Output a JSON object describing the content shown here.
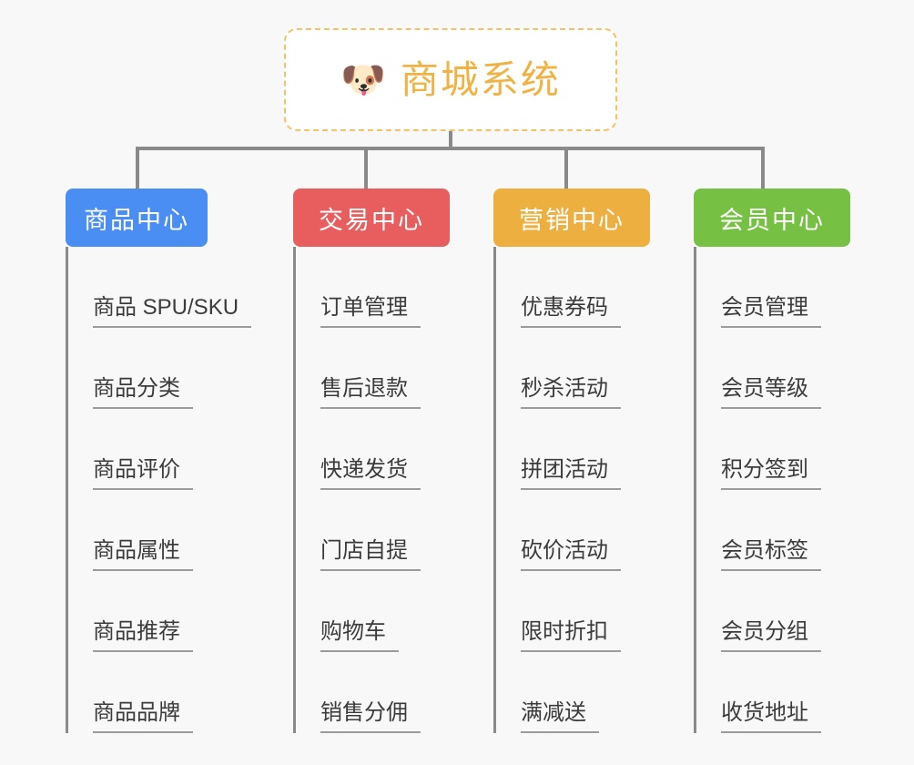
{
  "root": {
    "icon": "dog-face-emoji",
    "icon_glyph": "🐶",
    "title": "商城系统"
  },
  "colors": {
    "background": "#f8f8f8",
    "root_border": "#f3c268",
    "root_text": "#f0b343",
    "connector": "#8a8a8a",
    "leaf_text": "#3b3b3b",
    "leaf_rule": "#9b9b9b",
    "product_center": "#4a8ef4",
    "trade_center": "#e85d5d",
    "marketing_center": "#edaf3f",
    "member_center": "#76c043"
  },
  "categories": [
    {
      "label": "商品中心",
      "color": "#4a8ef4",
      "items": [
        "商品 SPU/SKU",
        "商品分类",
        "商品评价",
        "商品属性",
        "商品推荐",
        "商品品牌"
      ]
    },
    {
      "label": "交易中心",
      "color": "#e85d5d",
      "items": [
        "订单管理",
        "售后退款",
        "快递发货",
        "门店自提",
        "购物车",
        "销售分佣"
      ]
    },
    {
      "label": "营销中心",
      "color": "#edaf3f",
      "items": [
        "优惠券码",
        "秒杀活动",
        "拼团活动",
        "砍价活动",
        "限时折扣",
        "满减送"
      ]
    },
    {
      "label": "会员中心",
      "color": "#76c043",
      "items": [
        "会员管理",
        "会员等级",
        "积分签到",
        "会员标签",
        "会员分组",
        "收货地址"
      ]
    }
  ]
}
